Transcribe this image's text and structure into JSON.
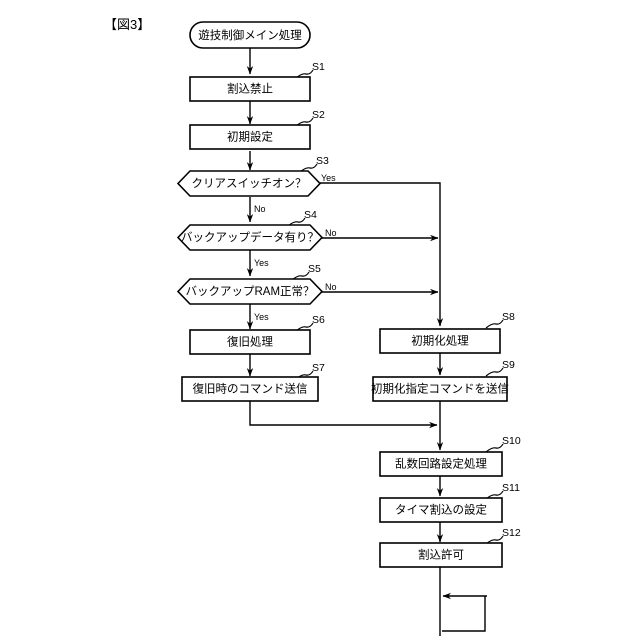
{
  "figure": {
    "label": "【図3】"
  },
  "flowchart": {
    "type": "flowchart",
    "title": "遊技制御メイン処理",
    "nodes": [
      {
        "id": "start",
        "shape": "terminator",
        "text": "遊技制御メイン処理",
        "step": ""
      },
      {
        "id": "s1",
        "shape": "process",
        "text": "割込禁止",
        "step": "S1"
      },
      {
        "id": "s2",
        "shape": "process",
        "text": "初期設定",
        "step": "S2"
      },
      {
        "id": "s3",
        "shape": "decision",
        "text": "クリアスイッチオン？",
        "step": "S3"
      },
      {
        "id": "s4",
        "shape": "decision",
        "text": "バックアップデータ有り？",
        "step": "S4"
      },
      {
        "id": "s5",
        "shape": "decision",
        "text": "バックアップRAM正常？",
        "step": "S5"
      },
      {
        "id": "s6",
        "shape": "process",
        "text": "復旧処理",
        "step": "S6"
      },
      {
        "id": "s7",
        "shape": "process",
        "text": "復旧時のコマンド送信",
        "step": "S7"
      },
      {
        "id": "s8",
        "shape": "process",
        "text": "初期化処理",
        "step": "S8"
      },
      {
        "id": "s9",
        "shape": "process",
        "text": "初期化指定コマンドを送信",
        "step": "S9"
      },
      {
        "id": "s10",
        "shape": "process",
        "text": "乱数回路設定処理",
        "step": "S10"
      },
      {
        "id": "s11",
        "shape": "process",
        "text": "タイマ割込の設定",
        "step": "S11"
      },
      {
        "id": "s12",
        "shape": "process",
        "text": "割込許可",
        "step": "S12"
      }
    ],
    "branch_labels": {
      "s3_yes": "Yes",
      "s3_no": "No",
      "s4_no": "No",
      "s4_yes": "Yes",
      "s5_no": "No",
      "s5_yes": "Yes"
    },
    "node_text": {
      "start": "遊技制御メイン処理",
      "s1": "割込禁止",
      "s2": "初期設定",
      "s3": "クリアスイッチオン？",
      "s4": "バックアップデータ有り？",
      "s5": "バックアップRAM正常？",
      "s6": "復旧処理",
      "s7": "復旧時のコマンド送信",
      "s8": "初期化処理",
      "s9": "初期化指定コマンドを送信",
      "s10": "乱数回路設定処理",
      "s11": "タイマ割込の設定",
      "s12": "割込許可"
    },
    "step_text": {
      "s1": "S1",
      "s2": "S2",
      "s3": "S3",
      "s4": "S4",
      "s5": "S5",
      "s6": "S6",
      "s7": "S7",
      "s8": "S8",
      "s9": "S9",
      "s10": "S10",
      "s11": "S11",
      "s12": "S12"
    },
    "colors": {
      "line": "#000000",
      "fill": "#ffffff",
      "background": "#ffffff"
    }
  }
}
